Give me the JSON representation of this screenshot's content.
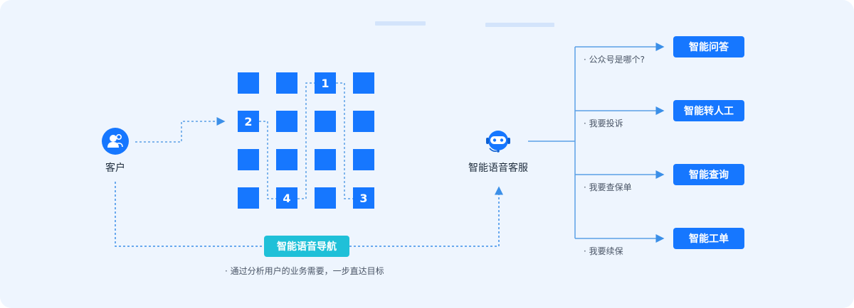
{
  "customer": {
    "label": "客户",
    "icon": "customer-icon"
  },
  "grid": {
    "numbers": [
      "1",
      "2",
      "3",
      "4"
    ]
  },
  "nav": {
    "label": "智能语音导航",
    "note": "· 通过分析用户的业务需要，一步直达目标"
  },
  "service": {
    "label": "智能语音客服",
    "icon": "robot-icon"
  },
  "branches": [
    {
      "query": "· 公众号是哪个?",
      "button": "智能问答"
    },
    {
      "query": "· 我要投诉",
      "button": "智能转人工"
    },
    {
      "query": "· 我要查保单",
      "button": "智能查询"
    },
    {
      "query": "· 我要续保",
      "button": "智能工单"
    }
  ],
  "colors": {
    "primary": "#1677ff",
    "nav": "#1fc0d8",
    "line": "#5aa0e6",
    "background": "#eef5fe"
  }
}
